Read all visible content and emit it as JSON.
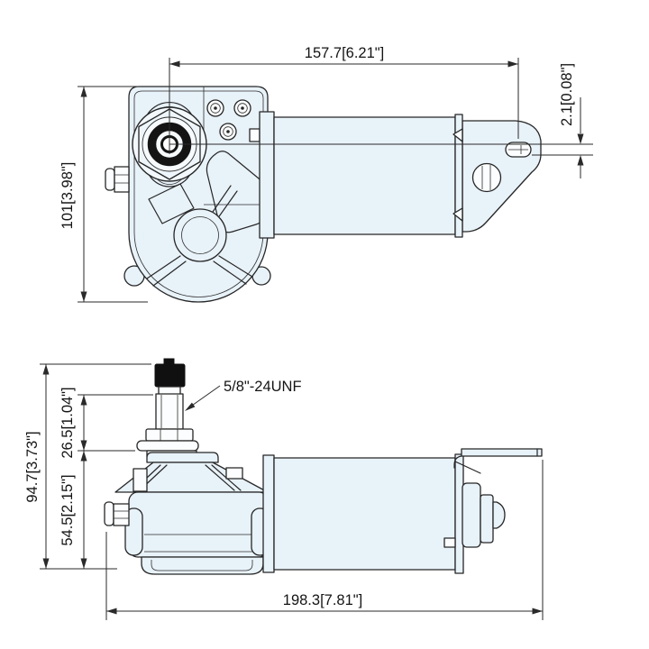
{
  "drawing": {
    "title_hint": "wiper motor dimension drawing",
    "colors": {
      "body_fill": "#e8f2f9",
      "line": "#262626",
      "cap_fill": "#101010",
      "background": "#ffffff"
    },
    "top_view": {
      "width_label": "157.7[6.21\"]",
      "height_label": "101[3.98\"]",
      "hole_offset_label": "2.1[0.08\"]"
    },
    "side_view": {
      "overall_height_label": "94.7[3.73\"]",
      "shaft_height_label": "26.5[1.04\"]",
      "body_height_label": "54.5[2.15\"]",
      "overall_length_label": "198.3[7.81\"]",
      "shaft_thread_label": "5/8\"-24UNF"
    }
  }
}
